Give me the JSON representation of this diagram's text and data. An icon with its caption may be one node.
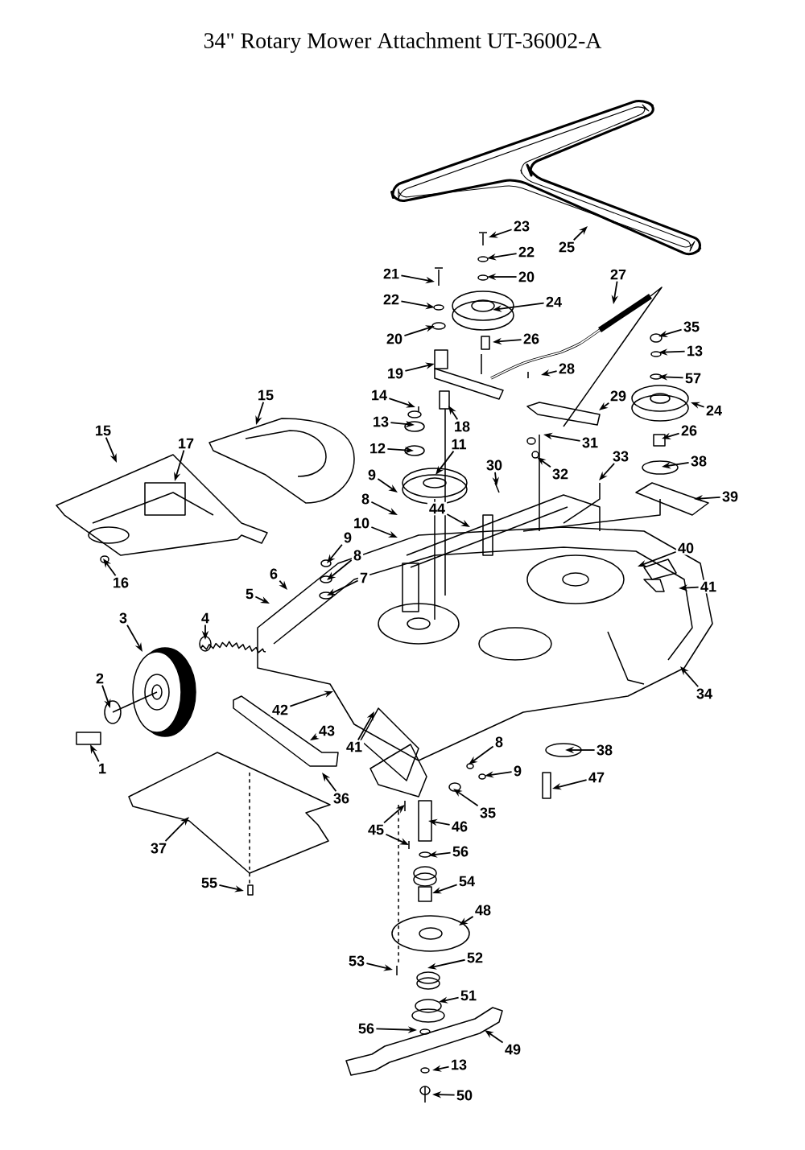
{
  "diagram": {
    "title": "34\" Rotary Mower Attachment UT-36002-A",
    "nodes": [
      {
        "text": [
          "23"
        ]
      },
      {
        "text": [
          "25"
        ]
      },
      {
        "text": [
          "22"
        ]
      },
      {
        "text": [
          "21"
        ]
      },
      {
        "text": [
          "27"
        ]
      },
      {
        "text": [
          "20"
        ]
      },
      {
        "text": [
          "22"
        ]
      },
      {
        "text": [
          "24"
        ]
      },
      {
        "text": [
          "35"
        ]
      },
      {
        "text": [
          "26"
        ]
      },
      {
        "text": [
          "20"
        ]
      },
      {
        "text": [
          "13"
        ]
      },
      {
        "text": [
          "28"
        ]
      },
      {
        "text": [
          "19"
        ]
      },
      {
        "text": [
          "57"
        ]
      },
      {
        "text": [
          "14"
        ]
      },
      {
        "text": [
          "15"
        ]
      },
      {
        "text": [
          "29"
        ]
      },
      {
        "text": [
          "24"
        ]
      },
      {
        "text": [
          "18"
        ]
      },
      {
        "text": [
          "13"
        ]
      },
      {
        "text": [
          "15"
        ]
      },
      {
        "text": [
          "26"
        ]
      },
      {
        "text": [
          "31"
        ]
      },
      {
        "text": [
          "17"
        ]
      },
      {
        "text": [
          "11"
        ]
      },
      {
        "text": [
          "12"
        ]
      },
      {
        "text": [
          "33"
        ]
      },
      {
        "text": [
          "38"
        ]
      },
      {
        "text": [
          "30"
        ]
      },
      {
        "text": [
          "32"
        ]
      },
      {
        "text": [
          "9"
        ]
      },
      {
        "text": [
          "39"
        ]
      },
      {
        "text": [
          "8"
        ]
      },
      {
        "text": [
          "44"
        ]
      },
      {
        "text": [
          "10"
        ]
      },
      {
        "text": [
          "9"
        ]
      },
      {
        "text": [
          "40"
        ]
      },
      {
        "text": [
          "8"
        ]
      },
      {
        "text": [
          "6"
        ]
      },
      {
        "text": [
          "7"
        ]
      },
      {
        "text": [
          "16"
        ]
      },
      {
        "text": [
          "41"
        ]
      },
      {
        "text": [
          "5"
        ]
      },
      {
        "text": [
          "3"
        ]
      },
      {
        "text": [
          "4"
        ]
      },
      {
        "text": [
          "2"
        ]
      },
      {
        "text": [
          "34"
        ]
      },
      {
        "text": [
          "42"
        ]
      },
      {
        "text": [
          "43"
        ]
      },
      {
        "text": [
          "41"
        ]
      },
      {
        "text": [
          "38"
        ]
      },
      {
        "text": [
          "8"
        ]
      },
      {
        "text": [
          "1"
        ]
      },
      {
        "text": [
          "9"
        ]
      },
      {
        "text": [
          "47"
        ]
      },
      {
        "text": [
          "36"
        ]
      },
      {
        "text": [
          "35"
        ]
      },
      {
        "text": [
          "46"
        ]
      },
      {
        "text": [
          "45"
        ]
      },
      {
        "text": [
          "37"
        ]
      },
      {
        "text": [
          "56"
        ]
      },
      {
        "text": [
          "54"
        ]
      },
      {
        "text": [
          "55"
        ]
      },
      {
        "text": [
          "48"
        ]
      },
      {
        "text": [
          "53"
        ]
      },
      {
        "text": [
          "52"
        ]
      },
      {
        "text": [
          "51"
        ]
      },
      {
        "text": [
          "56"
        ]
      },
      {
        "text": [
          "49"
        ]
      },
      {
        "text": [
          "13"
        ]
      },
      {
        "text": [
          "50"
        ]
      }
    ],
    "edges": [
      {
        "from": 0,
        "to": null,
        "arrow": "to"
      },
      {
        "from": 1,
        "to": null,
        "arrow": "to"
      },
      {
        "from": 2,
        "to": null,
        "arrow": "to"
      },
      {
        "from": 3,
        "to": null,
        "arrow": "to"
      },
      {
        "from": 4,
        "to": null,
        "arrow": "to"
      },
      {
        "from": 5,
        "to": null,
        "arrow": "to"
      },
      {
        "from": 6,
        "to": null,
        "arrow": "to"
      },
      {
        "from": 7,
        "to": null,
        "arrow": "to"
      },
      {
        "from": 8,
        "to": null,
        "arrow": "to"
      },
      {
        "from": 9,
        "to": null,
        "arrow": "to"
      },
      {
        "from": 10,
        "to": null,
        "arrow": "to"
      },
      {
        "from": 11,
        "to": null,
        "arrow": "to"
      },
      {
        "from": 12,
        "to": null,
        "arrow": "to"
      },
      {
        "from": 13,
        "to": null,
        "arrow": "to"
      },
      {
        "from": 14,
        "to": null,
        "arrow": "to"
      },
      {
        "from": 15,
        "to": null,
        "arrow": "to"
      },
      {
        "from": 16,
        "to": null,
        "arrow": "to"
      },
      {
        "from": 17,
        "to": null,
        "arrow": "to"
      },
      {
        "from": 18,
        "to": null,
        "arrow": "to"
      },
      {
        "from": 19,
        "to": null,
        "arrow": "to"
      },
      {
        "from": 20,
        "to": null,
        "arrow": "to"
      },
      {
        "from": 21,
        "to": null,
        "arrow": "to"
      },
      {
        "from": 22,
        "to": null,
        "arrow": "to"
      },
      {
        "from": 23,
        "to": null,
        "arrow": "to"
      },
      {
        "from": 24,
        "to": null,
        "arrow": "to"
      },
      {
        "from": 25,
        "to": null,
        "arrow": "to"
      },
      {
        "from": 26,
        "to": null,
        "arrow": "to"
      },
      {
        "from": 27,
        "to": null,
        "arrow": "to"
      },
      {
        "from": 28,
        "to": null,
        "arrow": "to"
      },
      {
        "from": 29,
        "to": null,
        "arrow": "to"
      },
      {
        "from": 30,
        "to": null,
        "arrow": "to"
      },
      {
        "from": 31,
        "to": null,
        "arrow": "to"
      },
      {
        "from": 32,
        "to": null,
        "arrow": "to"
      },
      {
        "from": 33,
        "to": null,
        "arrow": "to"
      },
      {
        "from": 34,
        "to": null,
        "arrow": "to"
      },
      {
        "from": 35,
        "to": null,
        "arrow": "to"
      },
      {
        "from": 36,
        "to": null,
        "arrow": "to"
      },
      {
        "from": 37,
        "to": null,
        "arrow": "to"
      },
      {
        "from": 38,
        "to": null,
        "arrow": "to"
      },
      {
        "from": 39,
        "to": null,
        "arrow": "to"
      },
      {
        "from": 40,
        "to": null,
        "arrow": "to"
      },
      {
        "from": 41,
        "to": null,
        "arrow": "to"
      },
      {
        "from": 42,
        "to": null,
        "arrow": "to"
      },
      {
        "from": 43,
        "to": null,
        "arrow": "to"
      },
      {
        "from": 44,
        "to": null,
        "arrow": "to"
      },
      {
        "from": 45,
        "to": null,
        "arrow": "to"
      },
      {
        "from": 46,
        "to": null,
        "arrow": "to"
      },
      {
        "from": 47,
        "to": null,
        "arrow": "to"
      },
      {
        "from": 48,
        "to": null,
        "arrow": "to"
      },
      {
        "from": 49,
        "to": null,
        "arrow": "to"
      },
      {
        "from": 50,
        "to": null,
        "arrow": "to"
      },
      {
        "from": 51,
        "to": null,
        "arrow": "to"
      },
      {
        "from": 52,
        "to": null,
        "arrow": "to"
      },
      {
        "from": 53,
        "to": null,
        "arrow": "to"
      },
      {
        "from": 54,
        "to": null,
        "arrow": "to"
      },
      {
        "from": 55,
        "to": null,
        "arrow": "to"
      },
      {
        "from": 56,
        "to": null,
        "arrow": "to"
      },
      {
        "from": 57,
        "to": null,
        "arrow": "to"
      },
      {
        "from": 58,
        "to": null,
        "arrow": "to"
      },
      {
        "from": 59,
        "to": null,
        "arrow": "to"
      },
      {
        "from": 60,
        "to": null,
        "arrow": "to"
      },
      {
        "from": 61,
        "to": null,
        "arrow": "to"
      },
      {
        "from": 62,
        "to": null,
        "arrow": "to"
      },
      {
        "from": 63,
        "to": null,
        "arrow": "to"
      },
      {
        "from": 64,
        "to": null,
        "arrow": "to"
      },
      {
        "from": 65,
        "to": null,
        "arrow": "to"
      },
      {
        "from": 66,
        "to": null,
        "arrow": "to"
      },
      {
        "from": 67,
        "to": null,
        "arrow": "to"
      },
      {
        "from": 68,
        "to": null,
        "arrow": "to"
      },
      {
        "from": 69,
        "to": null,
        "arrow": "to"
      },
      {
        "from": 70,
        "to": null,
        "arrow": "to"
      },
      {
        "from": 71,
        "to": null,
        "arrow": "to"
      },
      {
        "from": 59,
        "to": null,
        "arrow": "to"
      }
    ]
  }
}
